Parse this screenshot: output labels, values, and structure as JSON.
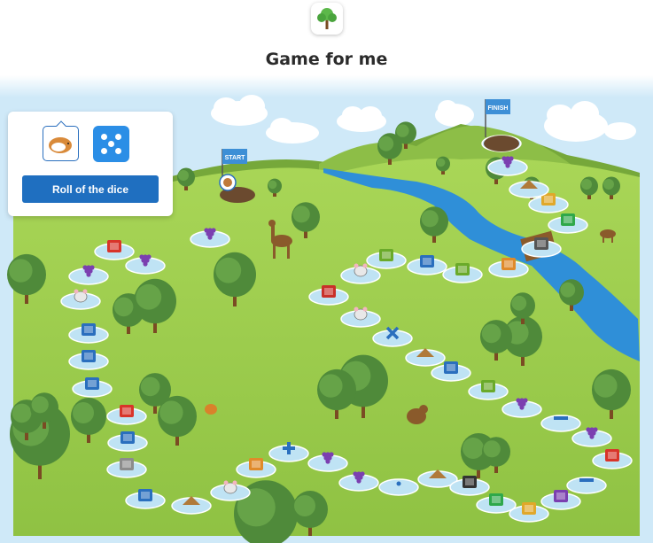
{
  "app": {
    "title": "Game for me",
    "logo_icon": "tree-icon"
  },
  "controls": {
    "roll_label": "Roll of the dice",
    "dice_value": 5,
    "pawn_icon": "hamster-icon"
  },
  "board": {
    "start_label": "START",
    "finish_label": "FINISH",
    "spaces": [
      {
        "icon": "grapes"
      },
      {
        "icon": "bus"
      },
      {
        "icon": "grapes"
      },
      {
        "icon": "grapes"
      },
      {
        "icon": "mouse"
      },
      {
        "icon": "plus-minus"
      },
      {
        "icon": "plus-minus"
      },
      {
        "icon": "puzzle"
      },
      {
        "icon": "bike"
      },
      {
        "icon": "plus-minus"
      },
      {
        "icon": "dog"
      },
      {
        "icon": "abc"
      },
      {
        "icon": "triangle"
      },
      {
        "icon": "mouse"
      },
      {
        "icon": "puzzle-square"
      },
      {
        "icon": "plus"
      },
      {
        "icon": "grapes"
      },
      {
        "icon": "grapes"
      },
      {
        "icon": "dot"
      },
      {
        "icon": "triangle"
      },
      {
        "icon": "spider"
      },
      {
        "icon": "abacus"
      },
      {
        "icon": "coins"
      },
      {
        "icon": "blocks"
      },
      {
        "icon": "minus"
      },
      {
        "icon": "bus"
      },
      {
        "icon": "grapes"
      },
      {
        "icon": "minus"
      },
      {
        "icon": "grapes"
      },
      {
        "icon": "leaf"
      },
      {
        "icon": "puzzle"
      },
      {
        "icon": "triangle"
      },
      {
        "icon": "times"
      },
      {
        "icon": "mouse"
      },
      {
        "icon": "color-grid"
      },
      {
        "icon": "mouse"
      },
      {
        "icon": "leaf"
      },
      {
        "icon": "plus-minus"
      },
      {
        "icon": "leaf"
      },
      {
        "icon": "puzzle-square"
      },
      {
        "icon": "building"
      },
      {
        "icon": "abacus"
      },
      {
        "icon": "coins"
      },
      {
        "icon": "triangle"
      },
      {
        "icon": "grapes"
      },
      {
        "icon": "dot"
      }
    ]
  },
  "colors": {
    "accent": "#1f6fc0",
    "dice": "#2b8ee6",
    "grass": "#9ccf4f",
    "river": "#2f8fd8",
    "sky": "#cfe9f8"
  }
}
